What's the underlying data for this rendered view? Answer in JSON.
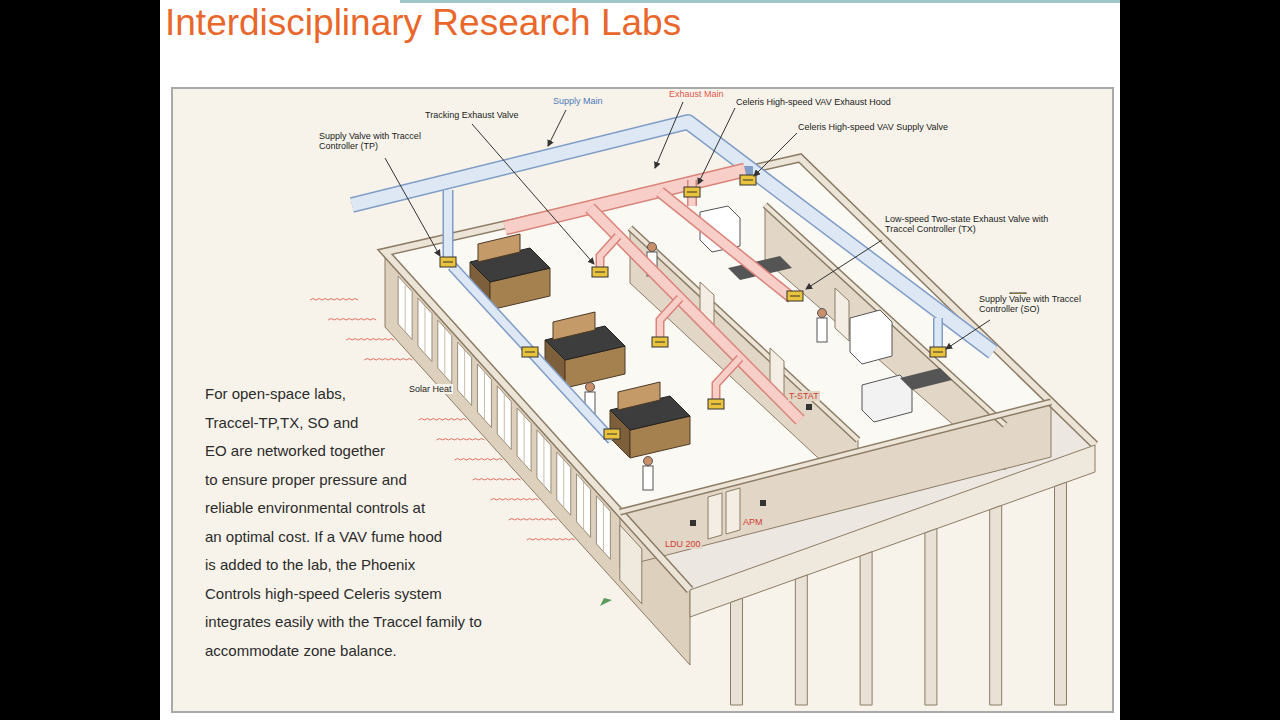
{
  "diagram": {
    "title": "Interdisciplinary Research Labs",
    "labels": [
      "Supply Main",
      "Exhaust Main",
      "Celeris High-speed VAV Exhaust Hood",
      "Celeris High-speed VAV Supply Valve",
      "Supply Valve with Traccel Controller (TP)",
      "Tracking Exhaust Valve",
      "Low-speed Two-state Exhaust Valve with Traccel Controller (TX)",
      "Supply Valve with Traccel Controller (SO)",
      "Solar Heat",
      "T-STAT",
      "LDU 200",
      "APM",
      "For open-space labs, Traccel-TP,TX, SO and EO are networked together to ensure proper pressure and reliable environmental controls at an optimal cost. If a VAV fume hood is added to the lab, the Phoenix Controls high-speed Celeris system integrates easily with the Traccel family to accommodate zone balance."
    ]
  }
}
